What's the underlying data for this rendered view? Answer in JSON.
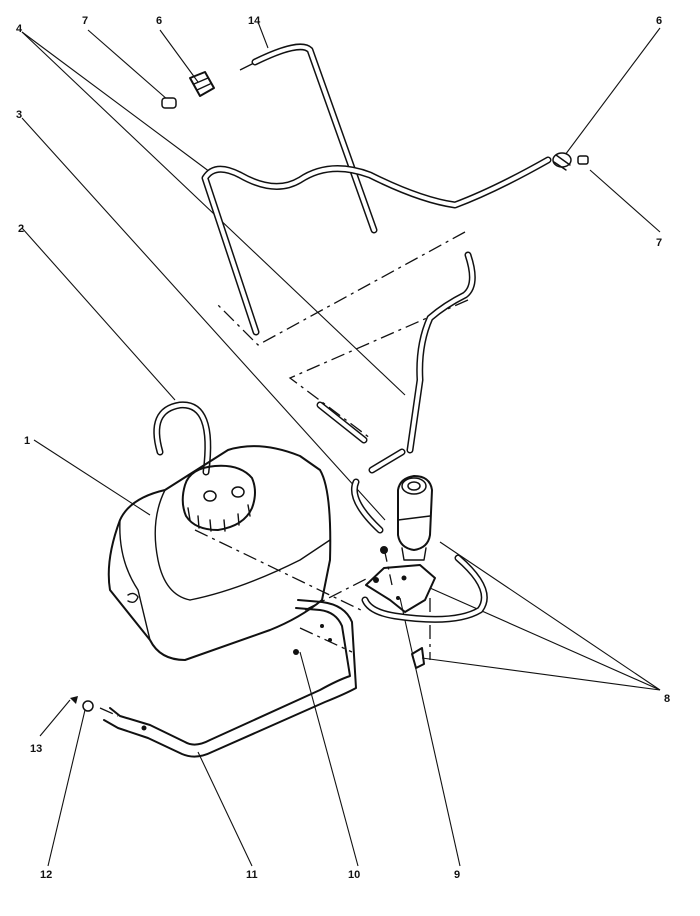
{
  "diagram": {
    "callouts": [
      {
        "id": "c1",
        "text": "1"
      },
      {
        "id": "c2",
        "text": "2"
      },
      {
        "id": "c3",
        "text": "3"
      },
      {
        "id": "c4",
        "text": "4"
      },
      {
        "id": "c6a",
        "text": "6"
      },
      {
        "id": "c6b",
        "text": "6"
      },
      {
        "id": "c7a",
        "text": "7"
      },
      {
        "id": "c7b",
        "text": "7"
      },
      {
        "id": "c8",
        "text": "8"
      },
      {
        "id": "c9",
        "text": "9"
      },
      {
        "id": "c10",
        "text": "10"
      },
      {
        "id": "c11",
        "text": "11"
      },
      {
        "id": "c12",
        "text": "12"
      },
      {
        "id": "c13",
        "text": "13"
      },
      {
        "id": "c14",
        "text": "14"
      }
    ]
  }
}
